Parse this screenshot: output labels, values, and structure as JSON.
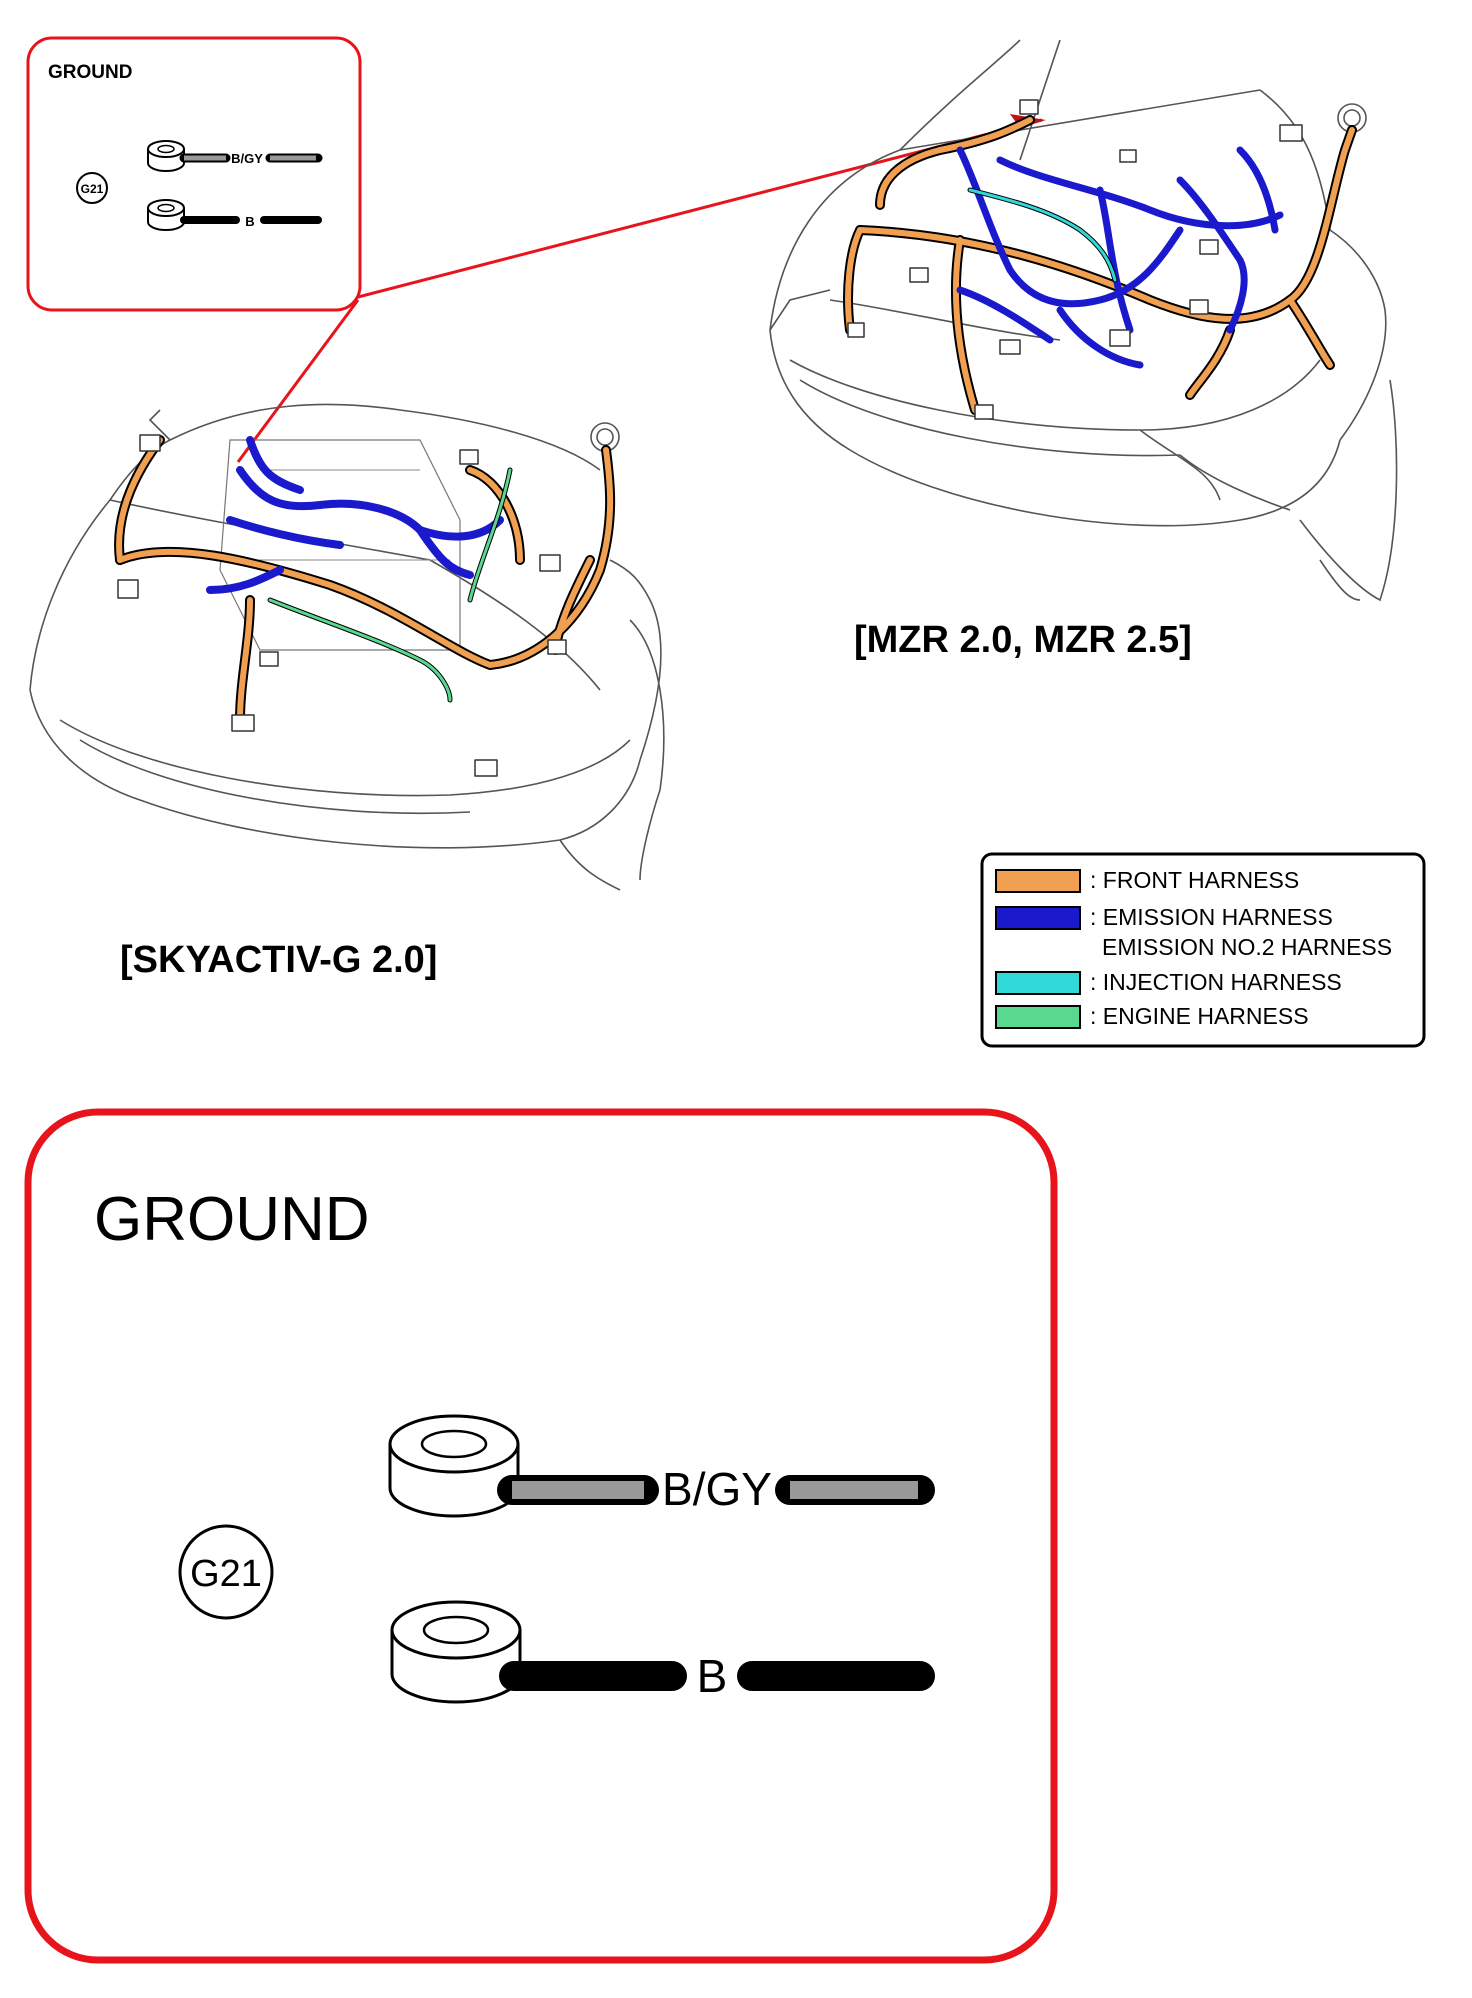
{
  "inset_small": {
    "title": "GROUND",
    "ground_id": "G21",
    "wire1_label": "B/GY",
    "wire2_label": "B"
  },
  "views": {
    "skyactiv_label": "[SKYACTIV-G 2.0]",
    "mzr_label": "[MZR 2.0, MZR 2.5]"
  },
  "legend": {
    "items": [
      {
        "label": ": FRONT HARNESS",
        "color": "#f0a050"
      },
      {
        "label": ": EMISSION HARNESS",
        "label2": "EMISSION NO.2 HARNESS",
        "color": "#1a1acc"
      },
      {
        "label": ": INJECTION HARNESS",
        "color": "#30d8d8"
      },
      {
        "label": ": ENGINE HARNESS",
        "color": "#5ad890"
      }
    ]
  },
  "detail": {
    "title": "GROUND",
    "ground_id": "G21",
    "wire1_label": "B/GY",
    "wire2_label": "B"
  },
  "colors": {
    "callout_red": "#e8141c",
    "front_harness": "#f0a050",
    "emission_harness": "#1a1acc",
    "injection_harness": "#30d8d8",
    "engine_harness": "#5ad890",
    "wire_gray": "#999999",
    "wire_black": "#000000"
  }
}
